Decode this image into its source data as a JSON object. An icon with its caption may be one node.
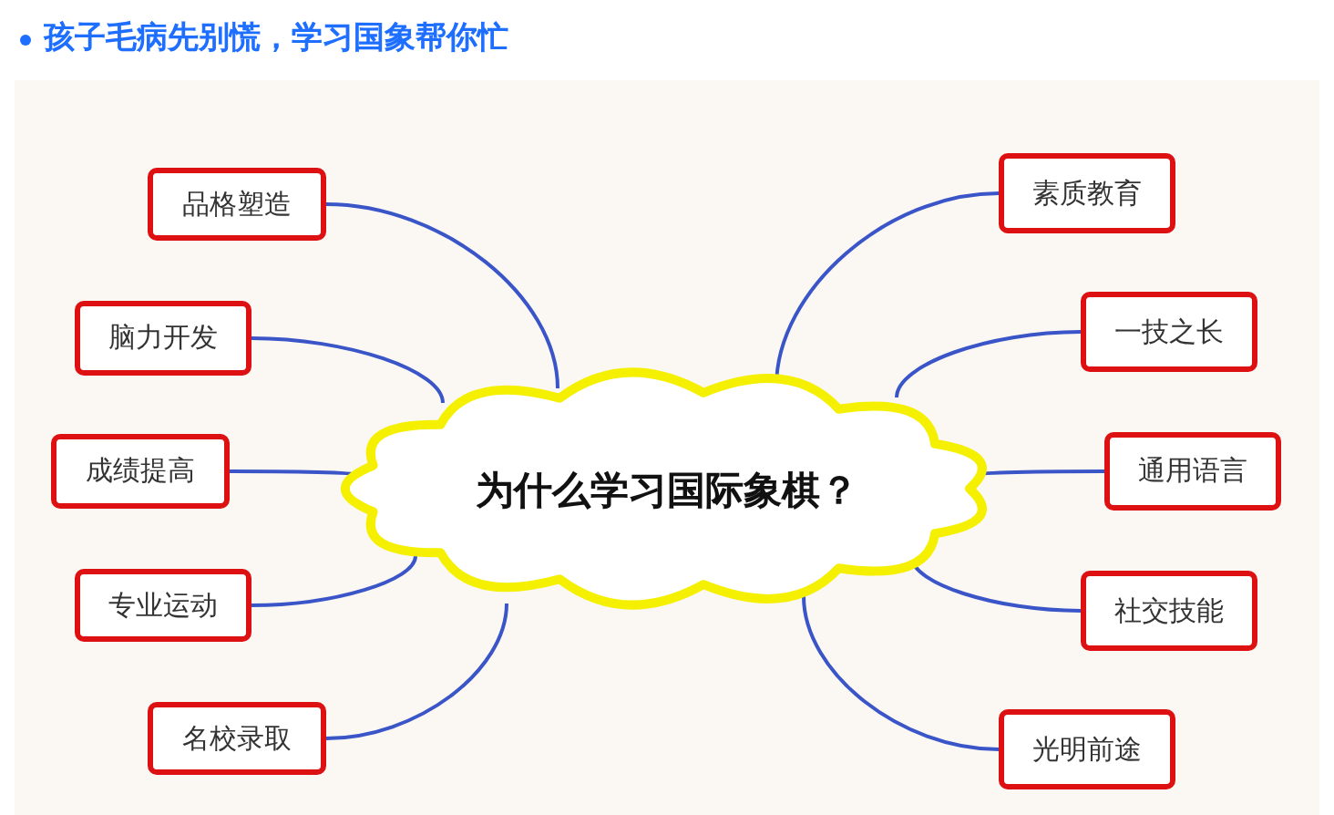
{
  "diagram": {
    "title": "孩子毛病先别慌，学习国象帮你忙",
    "nodes": [
      {
        "text": [
          "为什么学习国际象棋？"
        ]
      },
      {
        "text": [
          "品格塑造"
        ]
      },
      {
        "text": [
          "脑力开发"
        ]
      },
      {
        "text": [
          "成绩提高"
        ]
      },
      {
        "text": [
          "专业运动"
        ]
      },
      {
        "text": [
          "名校录取"
        ]
      },
      {
        "text": [
          "素质教育"
        ]
      },
      {
        "text": [
          "一技之长"
        ]
      },
      {
        "text": [
          "通用语言"
        ]
      },
      {
        "text": [
          "社交技能"
        ]
      },
      {
        "text": [
          "光明前途"
        ]
      }
    ],
    "edges": [
      {
        "from": 0,
        "to": 1,
        "arrow": "none"
      },
      {
        "from": 0,
        "to": 2,
        "arrow": "none"
      },
      {
        "from": 0,
        "to": 3,
        "arrow": "none"
      },
      {
        "from": 0,
        "to": 4,
        "arrow": "none"
      },
      {
        "from": 0,
        "to": 5,
        "arrow": "none"
      },
      {
        "from": 0,
        "to": 6,
        "arrow": "none"
      },
      {
        "from": 0,
        "to": 7,
        "arrow": "none"
      },
      {
        "from": 0,
        "to": 8,
        "arrow": "none"
      },
      {
        "from": 0,
        "to": 9,
        "arrow": "none"
      },
      {
        "from": 0,
        "to": 10,
        "arrow": "none"
      }
    ]
  }
}
